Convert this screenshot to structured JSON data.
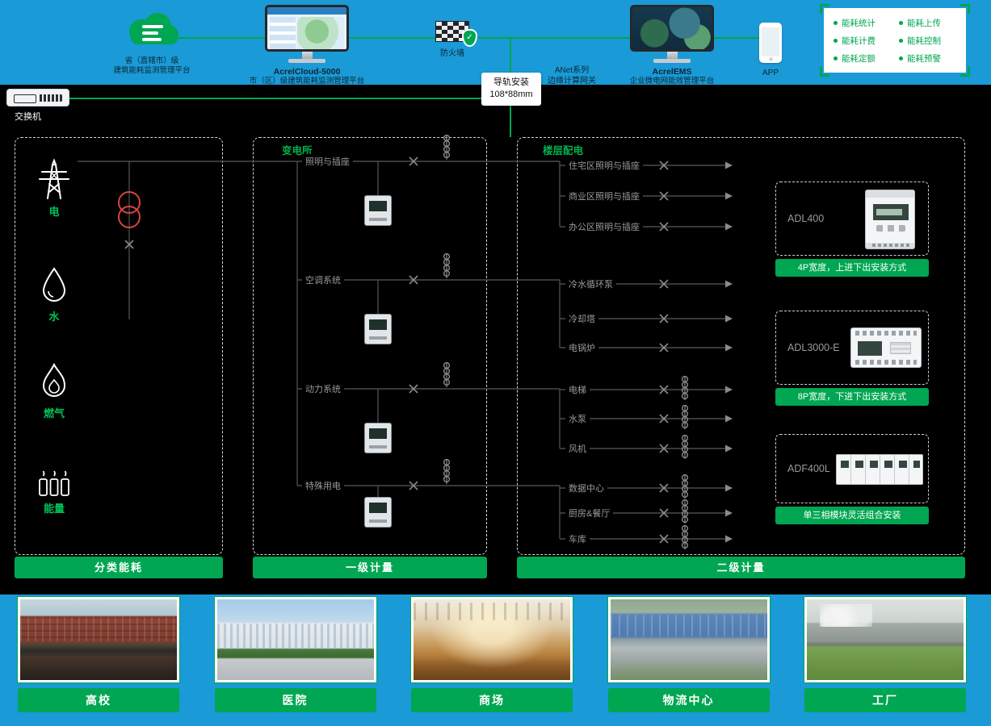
{
  "header": {
    "cloud": {
      "label_line1": "省（直辖市）级",
      "label_line2": "建筑能耗监测管理平台"
    },
    "platform_cloud5000": {
      "name": "AcrelCloud-5000",
      "desc": "市（区）级建筑能耗监测管理平台"
    },
    "firewall": {
      "label": "防火墙",
      "shield_glyph": "✓"
    },
    "rail_callout": {
      "line1": "导轨安装",
      "line2": "108*88mm"
    },
    "gateway": {
      "line1": "ANet系列",
      "line2": "边缘计算网关"
    },
    "platform_ems": {
      "name": "AcrelEMS",
      "desc": "企业微电网能效管理平台"
    },
    "app": {
      "label": "APP"
    },
    "switch": {
      "label": "交换机"
    },
    "features": [
      "能耗统计",
      "能耗上传",
      "能耗计费",
      "能耗控制",
      "能耗定额",
      "能耗预警"
    ]
  },
  "diagram": {
    "classified": {
      "items": [
        "电",
        "水",
        "燃气",
        "能量"
      ],
      "footer": "分类能耗"
    },
    "substation": {
      "title": "变电所",
      "rows": [
        "照明与插座",
        "空调系统",
        "动力系统",
        "特殊用电"
      ],
      "footer": "一级计量"
    },
    "floor": {
      "title": "楼层配电",
      "rows": [
        "住宅区照明与插座",
        "商业区照明与插座",
        "办公区照明与插座",
        "冷水循环泵",
        "冷却塔",
        "电锅炉",
        "电梯",
        "水泵",
        "风机",
        "数据中心",
        "厨房&餐厅",
        "车库"
      ],
      "footer": "二级计量"
    },
    "products": [
      {
        "model": "ADL400",
        "caption": "4P宽度，上进下出安装方式"
      },
      {
        "model": "ADL3000-E",
        "caption": "8P宽度，下进下出安装方式"
      },
      {
        "model": "ADF400L",
        "caption": "单三相模块灵活组合安装"
      }
    ]
  },
  "scenes": [
    "高校",
    "医院",
    "商场",
    "物流中心",
    "工厂"
  ],
  "colors": {
    "band_blue": "#1A9AD6",
    "brand_green": "#00A651",
    "title_green": "#00B050"
  }
}
